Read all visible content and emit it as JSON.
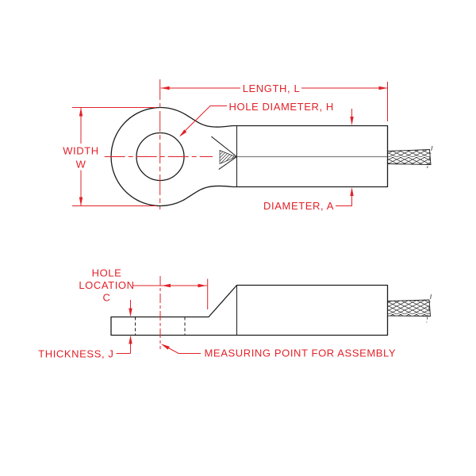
{
  "drawing": {
    "type": "engineering-dimension-drawing",
    "subject": "compression lug terminal with wire, top view and side view",
    "colors": {
      "line": "#1c1c1c",
      "dim": "#e22128",
      "seam": "#808080",
      "background": "#ffffff"
    },
    "top_view": {
      "labels": {
        "length": "LENGTH, L",
        "hole_diameter": "HOLE DIAMETER, H",
        "width_line1": "WIDTH",
        "width_line2": "W",
        "diameter": "DIAMETER, A"
      }
    },
    "side_view": {
      "labels": {
        "hole_location_line1": "HOLE",
        "hole_location_line2": "LOCATION",
        "hole_location_line3": "C",
        "thickness": "THICKNESS, J",
        "measuring_point": "MEASURING POINT FOR ASSEMBLY"
      }
    }
  }
}
